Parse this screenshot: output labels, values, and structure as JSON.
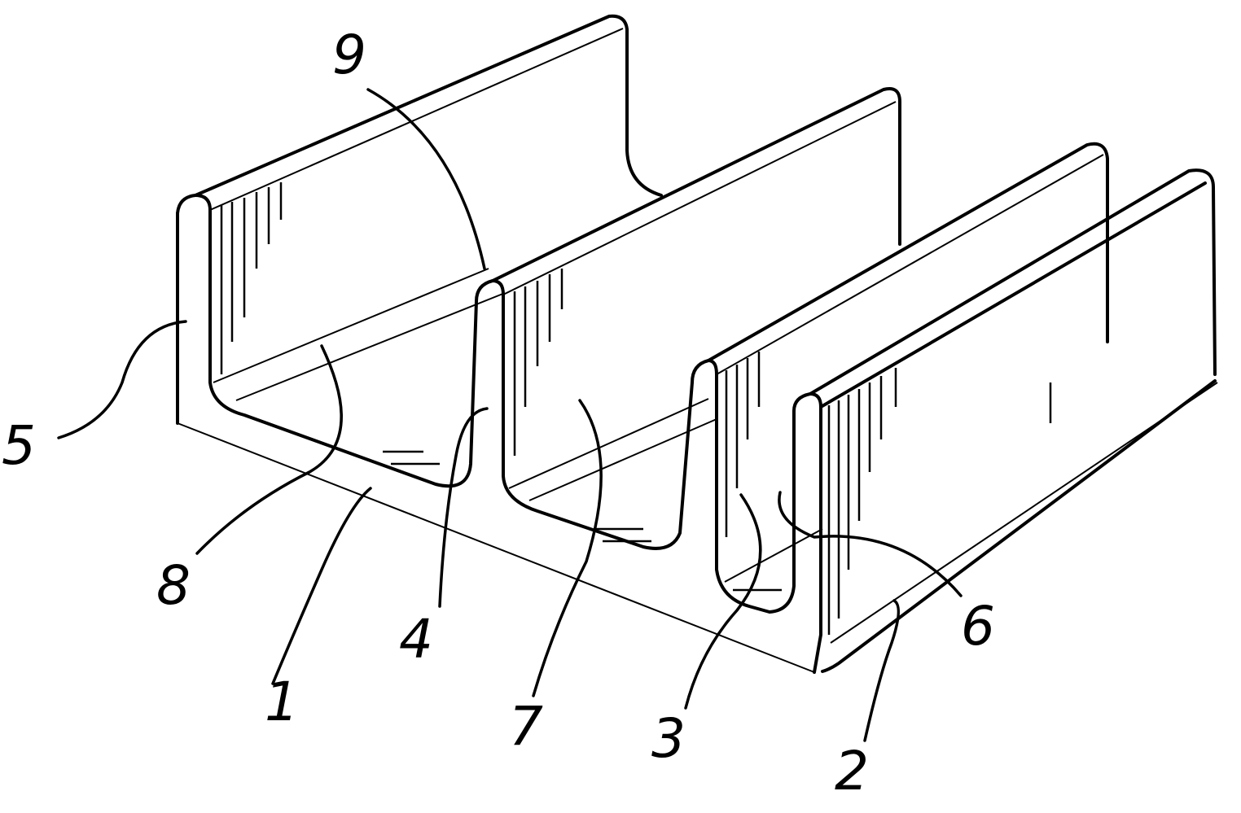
{
  "figure": {
    "labels": {
      "l9": "9",
      "l5": "5",
      "l8": "8",
      "l1": "1",
      "l4": "4",
      "l7": "7",
      "l3": "3",
      "l2": "2",
      "l6": "6"
    }
  }
}
